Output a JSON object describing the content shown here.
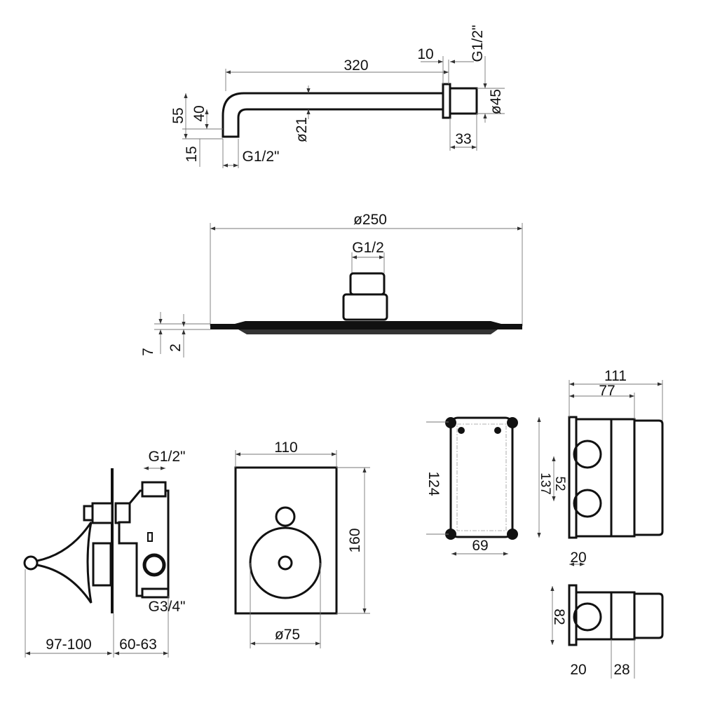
{
  "shower_arm": {
    "length": "320",
    "flange": "10",
    "thread_top": "G1/2\"",
    "flange_dia": "ø45",
    "stub": "33",
    "pipe_dia": "ø21",
    "height_total": "55",
    "height_inner": "40",
    "outlet": "15",
    "thread_bottom": "G1/2\""
  },
  "shower_head": {
    "diameter": "ø250",
    "thread": "G1/2",
    "thickness": "7",
    "edge": "2"
  },
  "mixer_side": {
    "thread_top": "G1/2\"",
    "thread_bottom": "G3/4\"",
    "handle_depth": "97-100",
    "body_depth": "60-63"
  },
  "cover_plate": {
    "width": "110",
    "height": "160",
    "dial_dia": "ø75"
  },
  "box_front": {
    "height": "124",
    "width": "69"
  },
  "box_side": {
    "total_depth": "111",
    "body_depth": "77",
    "height": "137",
    "port_spacing": "52",
    "flange": "20"
  },
  "box_small": {
    "height": "82",
    "flange": "20",
    "depth": "28"
  }
}
